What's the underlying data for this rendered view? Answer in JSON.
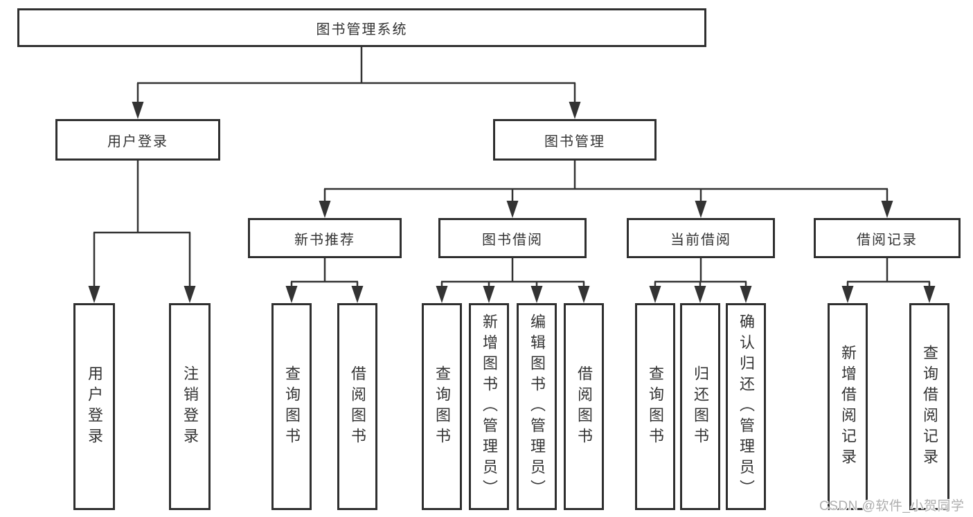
{
  "diagram": {
    "colors": {
      "line": "#333333",
      "box_border": "#2f2f2f",
      "box_fill": "#ffffff",
      "text": "#333333",
      "watermark_text": "#aeaeae",
      "background": "#ffffff"
    },
    "root": {
      "label": "图书管理系统"
    },
    "branches": [
      {
        "label": "用户登录",
        "leaves": [
          "用户登录",
          "注销登录"
        ]
      },
      {
        "label": "图书管理",
        "children": [
          {
            "label": "新书推荐",
            "leaves": [
              "查询图书",
              "借阅图书"
            ]
          },
          {
            "label": "图书借阅",
            "leaves": [
              "查询图书",
              "新增图书（管理员）",
              "编辑图书（管理员）",
              "借阅图书"
            ]
          },
          {
            "label": "当前借阅",
            "leaves": [
              "查询图书",
              "归还图书",
              "确认归还（管理员）"
            ]
          },
          {
            "label": "借阅记录",
            "leaves": [
              "新增借阅记录",
              "查询借阅记录"
            ]
          }
        ]
      }
    ],
    "watermark": "CSDN @软件_小贺同学"
  }
}
